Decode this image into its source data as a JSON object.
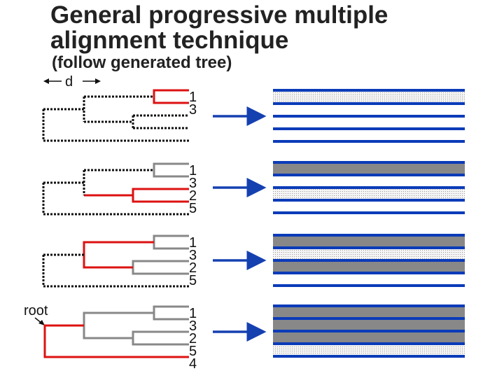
{
  "title": "General progressive multiple alignment technique",
  "subtitle": "(follow generated tree)",
  "distance_label": "d",
  "root_label": "root",
  "colors": {
    "merged_branch": "#dd1111",
    "aligned_branch": "#888888",
    "pending_branch": "#111111",
    "arrow": "#1540b0",
    "sequence_bar": "#0b3bb8",
    "aligned_fill": "#888888",
    "current_fill": "#e2e2e2"
  },
  "panels": [
    {
      "leaves": [
        "1",
        "3"
      ],
      "sequences": [
        "current",
        "current",
        "plain",
        "plain",
        "plain"
      ]
    },
    {
      "leaves": [
        "1",
        "3",
        "2",
        "5"
      ],
      "sequences": [
        "aligned",
        "aligned",
        "current",
        "plain",
        "plain"
      ]
    },
    {
      "leaves": [
        "1",
        "3",
        "2",
        "5"
      ],
      "sequences": [
        "aligned",
        "aligned",
        "aligned",
        "aligned",
        "plain"
      ]
    },
    {
      "leaves": [
        "1",
        "3",
        "2",
        "5",
        "4"
      ],
      "sequences": [
        "aligned",
        "aligned",
        "aligned",
        "aligned",
        "current"
      ]
    }
  ]
}
